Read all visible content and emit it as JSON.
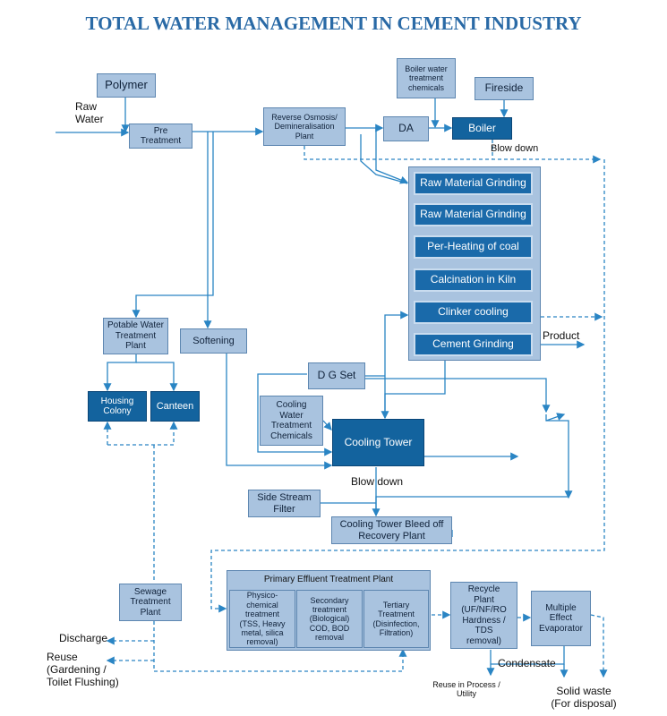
{
  "title": "TOTAL WATER MANAGEMENT IN CEMENT INDUSTRY",
  "colors": {
    "title": "#2a6aa6",
    "arrow": "#2a85c4",
    "light_box": "#a9c3df",
    "dark_box": "#13639e"
  },
  "inputs": {
    "raw_water": [
      "Raw",
      "Water"
    ],
    "polymer": "Polymer",
    "boiler_chem": [
      "Boiler water",
      "treatment",
      "chemicals"
    ],
    "fireside": "Fireside"
  },
  "treatment": {
    "pre": [
      "Pre",
      "Treatment"
    ],
    "ro": [
      "Reverse Osmosis/",
      "Demineralisation",
      "Plant"
    ],
    "da": "DA",
    "boiler": "Boiler",
    "blow_down_1": "Blow down",
    "potable": [
      "Potable Water",
      "Treatment",
      "Plant"
    ],
    "softening": "Softening",
    "housing": [
      "Housing",
      "Colony"
    ],
    "canteen": "Canteen"
  },
  "process": {
    "steps": [
      "Raw Material Grinding",
      "Raw Material Grinding",
      "Per-Heating of coal",
      "Calcination in Kiln",
      "Clinker cooling",
      "Cement Grinding"
    ],
    "product": "Product"
  },
  "cooling": {
    "dg_set": "D G Set",
    "chem": [
      "Cooling",
      "Water",
      "Treatment",
      "Chemicals"
    ],
    "tower": "Cooling Tower",
    "blow_down_2": "Blow down",
    "side_stream": [
      "Side Stream",
      "Filter"
    ],
    "bleed_off": [
      "Cooling Tower Bleed off",
      "Recovery Plant"
    ]
  },
  "effluent": {
    "primary_title": "Primary Effluent Treatment Plant",
    "physico": [
      "Physico-",
      "chemical",
      "treatment",
      "(TSS, Heavy",
      "metal, silica",
      "removal)"
    ],
    "secondary": [
      "Secondary",
      "treatment",
      "(Biological)",
      "COD, BOD",
      "removal"
    ],
    "tertiary": [
      "Tertiary",
      "Treatment",
      "(Disinfection,",
      "Filtration)"
    ],
    "sewage": [
      "Sewage",
      "Treatment",
      "Plant"
    ],
    "recycle": [
      "Recycle",
      "Plant",
      "(UF/NF/RO",
      "Hardness /",
      "TDS",
      "removal)"
    ],
    "mee": [
      "Multiple",
      "Effect",
      "Evaporator"
    ]
  },
  "outputs": {
    "discharge": "Discharge",
    "reuse": [
      "Reuse",
      "(Gardening /",
      "Toilet Flushing)"
    ],
    "condensate": "Condensate",
    "reuse_process": [
      "Reuse in Process /",
      "Utility"
    ],
    "solid_waste": [
      "Solid waste",
      "(For disposal)"
    ]
  }
}
